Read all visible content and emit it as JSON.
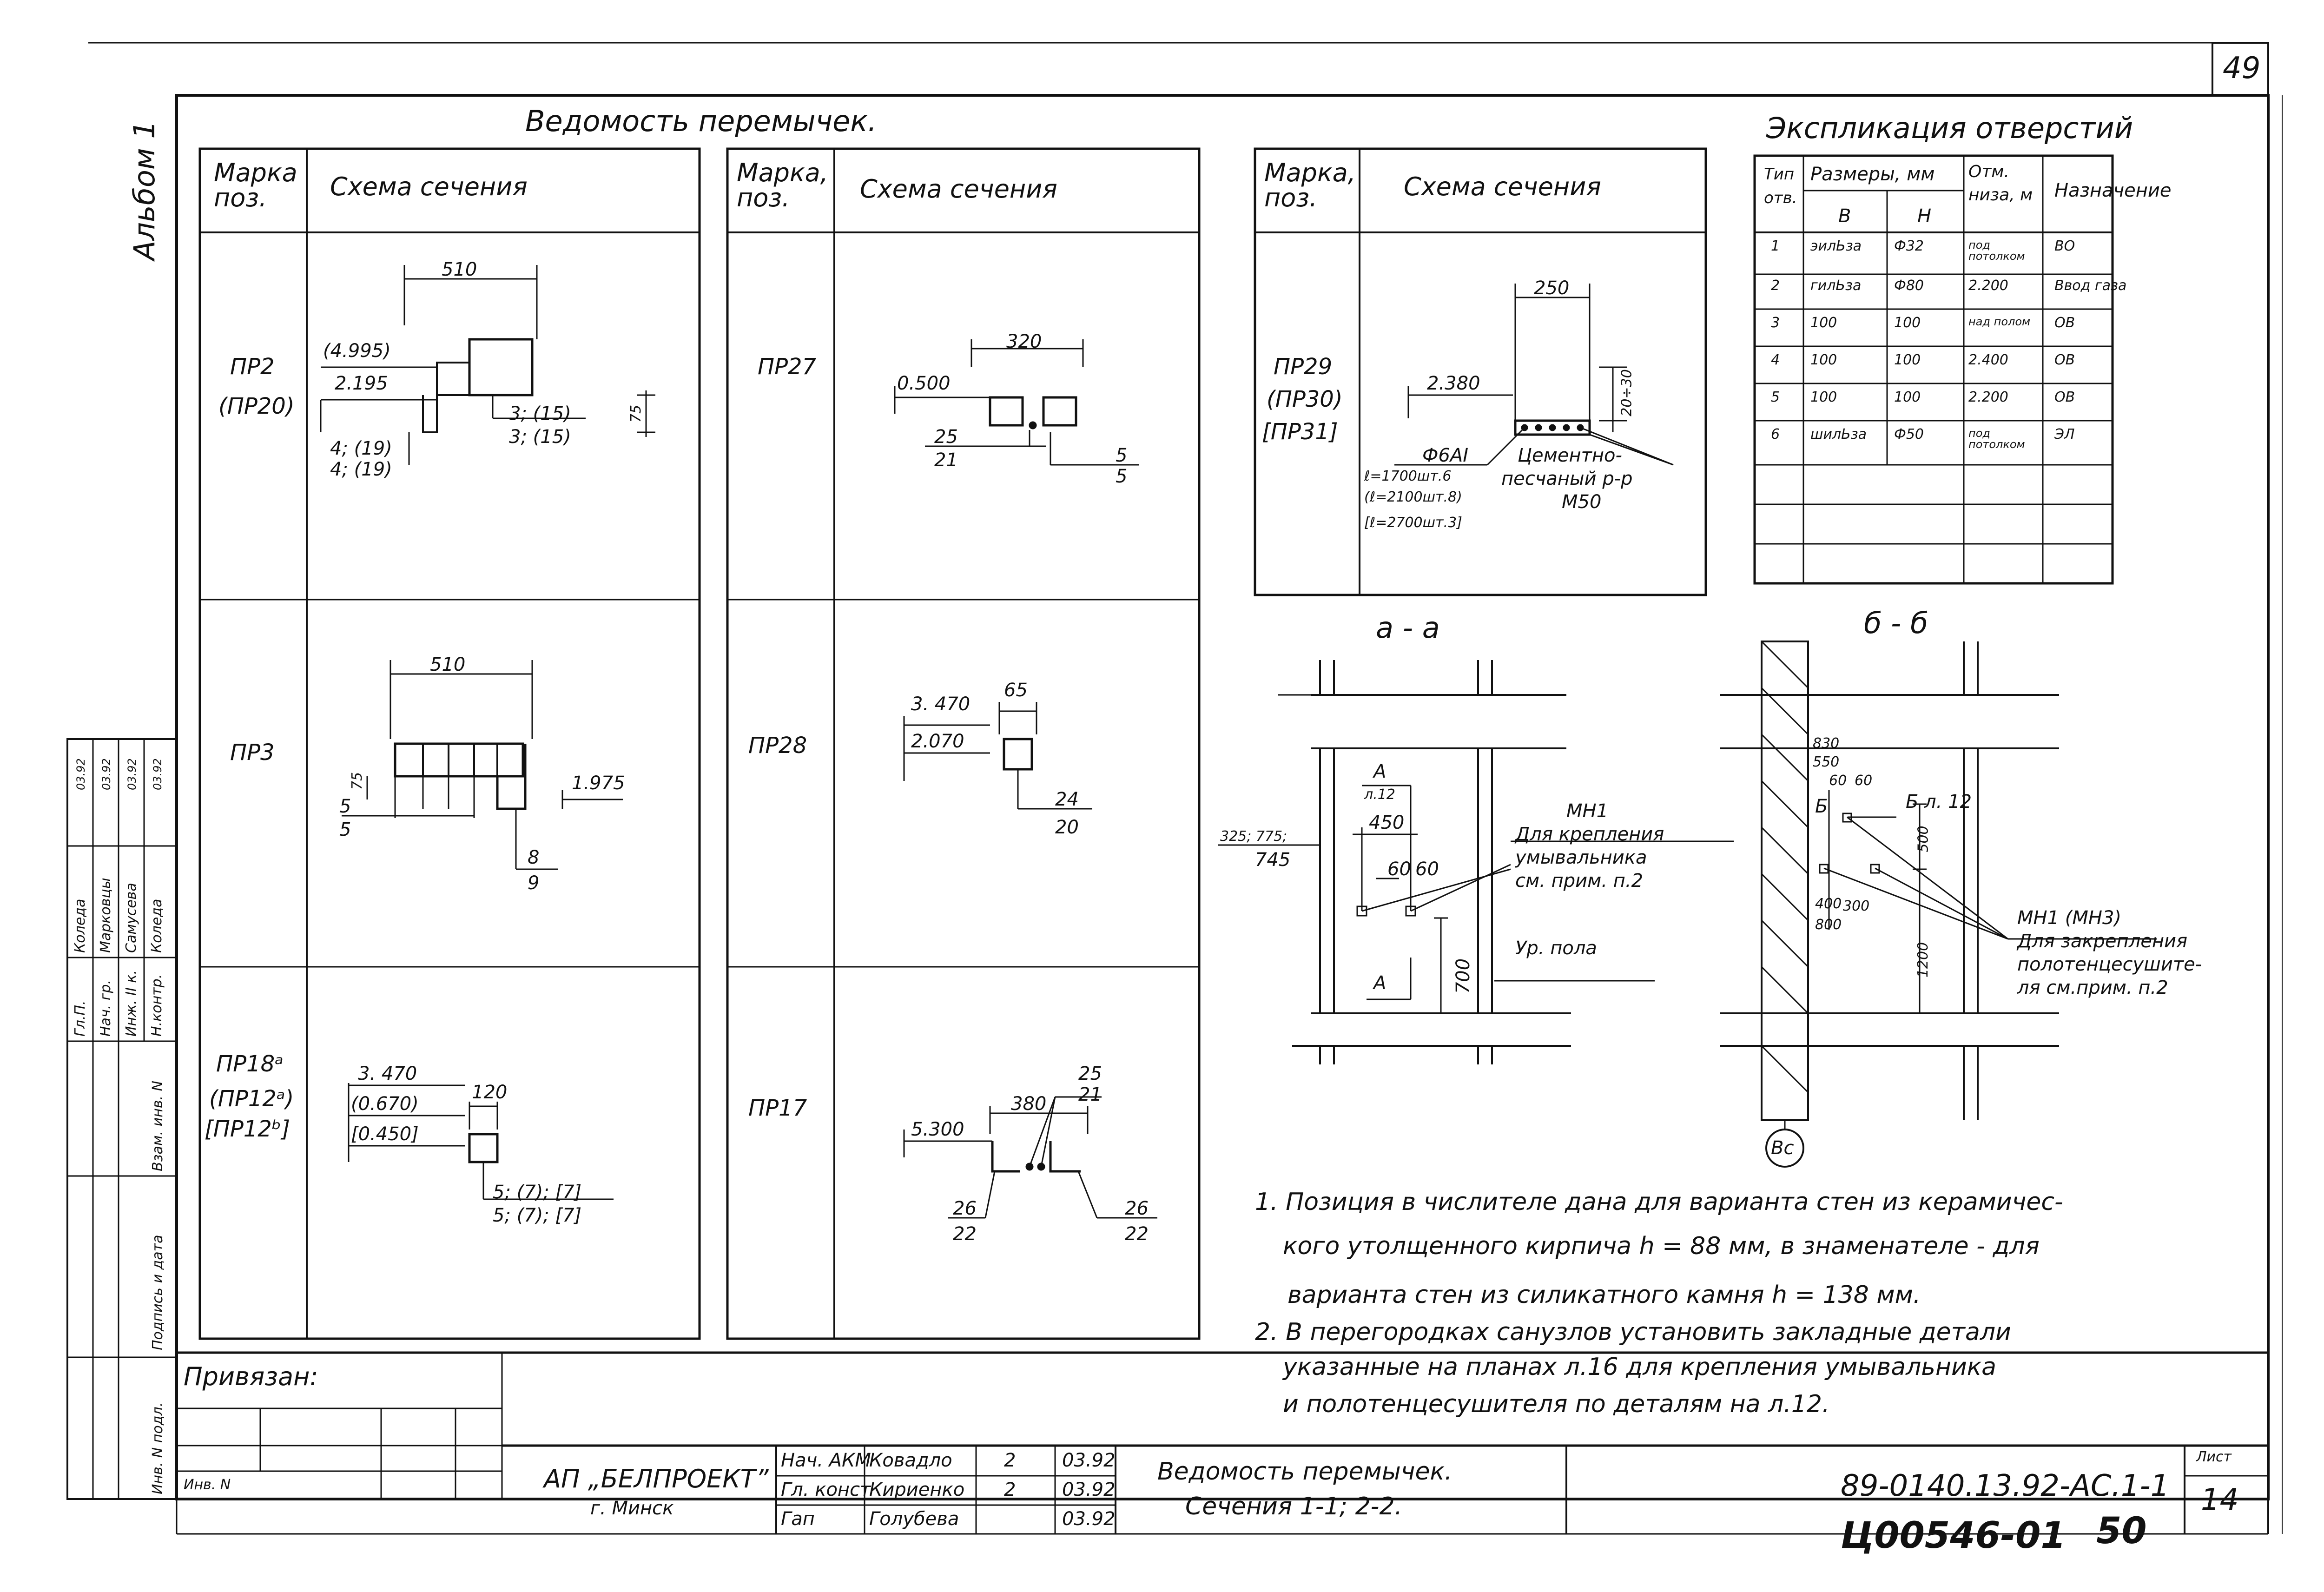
{
  "sheet_number_top": "49",
  "album_label": "Альбом 1",
  "lintels": {
    "title": "Ведомость перемычек.",
    "col_mark": "Марка поз.",
    "col_mark_b": "Марка, поз.",
    "col_scheme": "Схема сечения",
    "rows_left": [
      {
        "mark": [
          "ПР2",
          "(ПР20)"
        ],
        "dims": {
          "w": "510",
          "elev1": "(4.995)",
          "elev2": "2.195",
          "a": "3; (15)",
          "b": "3; (15)",
          "c": "4; (19)",
          "d": "4; (19)",
          "h": "75"
        }
      },
      {
        "mark": [
          "ПР3"
        ],
        "dims": {
          "w": "510",
          "elev": "1.975",
          "a": "5",
          "b": "5",
          "h": "75",
          "c": "8",
          "d": "9"
        }
      },
      {
        "mark": [
          "ПР18ᵃ",
          "(ПР12ᵃ)",
          "[ПР12ᵇ]"
        ],
        "dims": {
          "w": "120",
          "e1": "3. 470",
          "e2": "(0.670)",
          "e3": "[0.450]",
          "a": "5; (7); [7]",
          "b": "5; (7); [7]"
        }
      }
    ],
    "rows_mid": [
      {
        "mark": [
          "ПР27"
        ],
        "dims": {
          "w": "320",
          "elev": "0.500",
          "a": "25",
          "b": "21",
          "c": "5",
          "d": "5"
        }
      },
      {
        "mark": [
          "ПР28"
        ],
        "dims": {
          "w": "65",
          "e1": "3. 470",
          "e2": "2.070",
          "a": "24",
          "b": "20"
        }
      },
      {
        "mark": [
          "ПР17"
        ],
        "dims": {
          "w": "380",
          "elev": "5.300",
          "a": "25",
          "b": "21",
          "c": "26",
          "d": "22",
          "e": "26",
          "f": "22"
        }
      }
    ],
    "rows_right": [
      {
        "mark": [
          "ПР29",
          "(ПР30)",
          "[ПР31]"
        ],
        "dims": {
          "w": "250",
          "elev": "2.380",
          "h": "20÷30",
          "bar": "Ф6АI",
          "l1": "ℓ=1700шт.6",
          "l2": "(ℓ=2100шт.8)",
          "l3": "[ℓ=2700шт.3]",
          "mortar": [
            "Цементно-",
            "песчаный р-р",
            "М50"
          ]
        }
      }
    ]
  },
  "openings": {
    "title": "Экспликация отверстий",
    "headers": [
      "Тип отв.",
      "Размеры, мм",
      "В",
      "Н",
      "Отм. низа, м",
      "Назначение"
    ],
    "rows": [
      [
        "1",
        "эилЬза",
        "Ф32",
        "под потолком",
        "ВО"
      ],
      [
        "2",
        "гилЬза",
        "Ф80",
        "2.200",
        "Ввод газа"
      ],
      [
        "3",
        "100",
        "100",
        "над полом",
        "ОВ"
      ],
      [
        "4",
        "100",
        "100",
        "2.400",
        "ОВ"
      ],
      [
        "5",
        "100",
        "100",
        "2.200",
        "ОВ"
      ],
      [
        "6",
        "шилЬза",
        "Ф50",
        "под потолком",
        "ЭЛ"
      ],
      [
        "",
        "",
        "",
        "",
        ""
      ],
      [
        "",
        "",
        "",
        "",
        ""
      ]
    ]
  },
  "sections": {
    "aa": {
      "title": "а - а",
      "ref_a": "А",
      "ref_sheet": "л.12",
      "d450": "450",
      "d60a": "60",
      "d60b": "60",
      "d700": "700",
      "elev": "325; 775;",
      "elev2": "745",
      "floor": "Ур. пола",
      "mn": "МН1",
      "note": [
        "Для крепления",
        "умывальника",
        "см. прим. п.2"
      ],
      "ref_a2": "А"
    },
    "bb": {
      "title": "б - б",
      "d830": "830",
      "d550": "550",
      "d60a": "60",
      "d60b": "60",
      "ref_b": "Б",
      "ref_sheet": "Б л. 12",
      "d500": "500",
      "d400": "400",
      "d300": "300",
      "d800": "800",
      "d1200": "1200",
      "mn": "МН1 (МН3)",
      "note": [
        "Для закрепления",
        "полотенцесушите-",
        "ля см.прим. п.2"
      ],
      "axis": "Вс"
    }
  },
  "notes": [
    "1. Позиция в числителе дана для варианта стен из керамичес-",
    "кого утолщенного кирпича h = 88 мм, в знаменателе - для",
    "варианта стен из силикатного камня h = 138 мм.",
    "2. В перегородках санузлов установить закладные детали",
    "указанные на планах л.16 для крепления умывальника",
    "и полотенцесушителя по деталям на л.12."
  ],
  "left_strip": {
    "rows": [
      {
        "role": "Гл.П.",
        "name": "Коледа",
        "date": "03.92"
      },
      {
        "role": "Нач. гр.",
        "name": "Марковцы",
        "date": "03.92"
      },
      {
        "role": "Инж. II к.",
        "name": "Самусева",
        "date": "03.92"
      },
      {
        "role": "Н.контр.",
        "name": "Коледа",
        "date": "03.92"
      }
    ],
    "labels": [
      "Взам. инв. N",
      "Подпись и дата",
      "Инв. N подл."
    ]
  },
  "titleblock": {
    "privyazan": "Привязан:",
    "inv": "Инв. N",
    "org": "АП „БЕЛПРОЕКТ”",
    "city": "г. Минск",
    "staff": [
      {
        "role": "Нач. АКМ",
        "name": "Ковадло",
        "mark": "2",
        "date": "03.92"
      },
      {
        "role": "Гл. конст",
        "name": "Кириенко",
        "mark": "2",
        "date": "03.92"
      },
      {
        "role": "Гап",
        "name": "Голубева",
        "mark": "",
        "date": "03.92"
      }
    ],
    "doc_title": "Ведомость перемычек.",
    "doc_subtitle": "Сечения 1-1; 2-2.",
    "code": "89-0140.13.92-АС.1-1",
    "sheet_label": "Лист",
    "sheet": "14"
  },
  "archive_number": "Ц00546-01",
  "archive_page": "50"
}
